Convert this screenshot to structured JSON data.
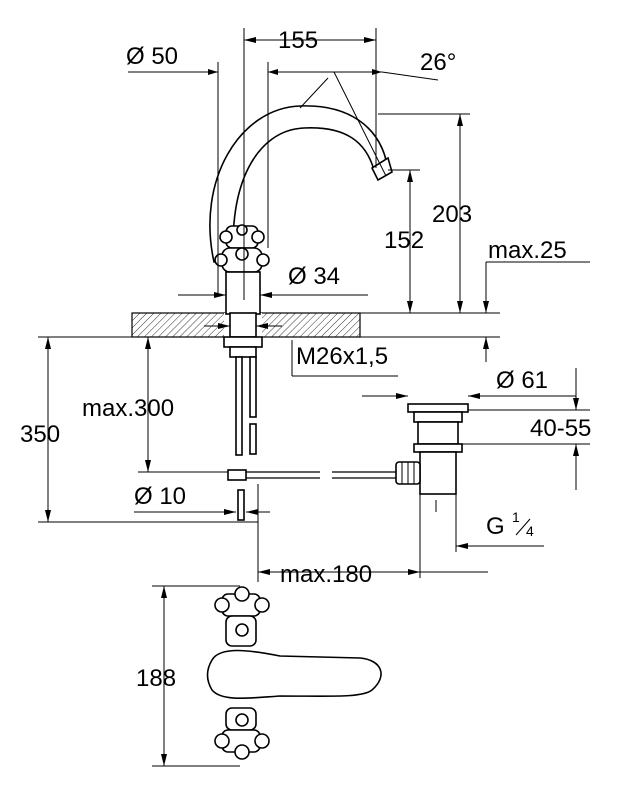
{
  "dimensions": {
    "diameter_50": "Ø 50",
    "width_155": "155",
    "angle_26": "26°",
    "height_203": "203",
    "height_152": "152",
    "max_25": "max.25",
    "diameter_34": "Ø 34",
    "thread_m26": "M26x1,5",
    "diameter_61": "Ø 61",
    "range_40_55": "40-55",
    "height_350": "350",
    "max_300": "max.300",
    "diameter_10": "Ø 10",
    "thread_g": "G",
    "thread_g_num": "1",
    "thread_g_den": "4",
    "max_180": "max.180",
    "height_188": "188"
  }
}
